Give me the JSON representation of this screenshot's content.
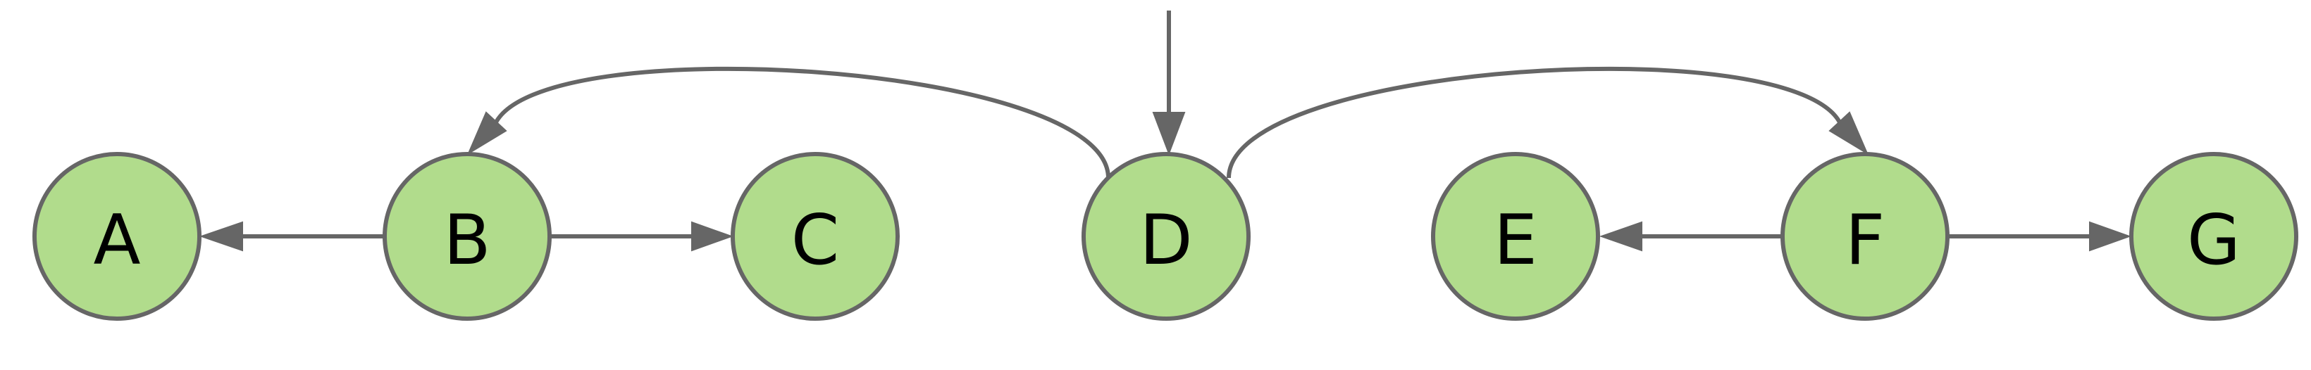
{
  "diagram": {
    "type": "directed-tree",
    "colors": {
      "node_fill": "#b1dc8c",
      "node_stroke": "#666666",
      "edge": "#666666",
      "label": "#000000",
      "background": "#ffffff"
    },
    "nodes": [
      {
        "id": "A",
        "label": "A"
      },
      {
        "id": "B",
        "label": "B"
      },
      {
        "id": "C",
        "label": "C"
      },
      {
        "id": "D",
        "label": "D"
      },
      {
        "id": "E",
        "label": "E"
      },
      {
        "id": "F",
        "label": "F"
      },
      {
        "id": "G",
        "label": "G"
      }
    ],
    "edges": [
      {
        "from": "entry",
        "to": "D"
      },
      {
        "from": "D",
        "to": "B"
      },
      {
        "from": "D",
        "to": "F"
      },
      {
        "from": "B",
        "to": "A"
      },
      {
        "from": "B",
        "to": "C"
      },
      {
        "from": "F",
        "to": "E"
      },
      {
        "from": "F",
        "to": "G"
      }
    ]
  }
}
